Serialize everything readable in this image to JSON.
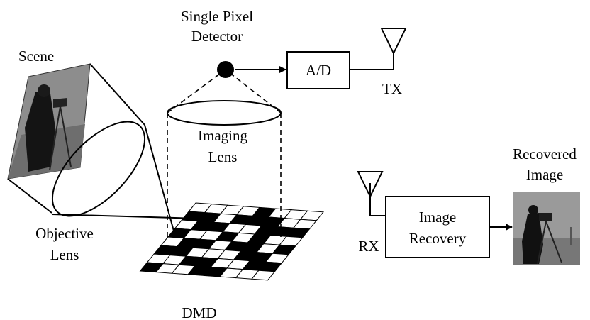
{
  "labels": {
    "scene": "Scene",
    "detector_line1": "Single Pixel",
    "detector_line2": "Detector",
    "ad": "A/D",
    "tx": "TX",
    "imaging_line1": "Imaging",
    "imaging_line2": "Lens",
    "objective_line1": "Objective",
    "objective_line2": "Lens",
    "dmd": "DMD",
    "rx": "RX",
    "recovery_line1": "Image",
    "recovery_line2": "Recovery",
    "recovered_line1": "Recovered",
    "recovered_line2": "Image"
  },
  "dmd_pattern": [
    [
      0,
      0,
      0,
      0,
      1,
      0,
      0,
      0
    ],
    [
      1,
      1,
      0,
      1,
      1,
      1,
      0,
      0
    ],
    [
      0,
      1,
      1,
      0,
      0,
      1,
      1,
      1
    ],
    [
      1,
      0,
      0,
      1,
      0,
      1,
      0,
      0
    ],
    [
      0,
      1,
      1,
      0,
      1,
      1,
      0,
      1
    ],
    [
      1,
      1,
      0,
      0,
      0,
      1,
      1,
      0
    ],
    [
      0,
      0,
      1,
      1,
      0,
      0,
      1,
      1
    ],
    [
      1,
      0,
      0,
      1,
      1,
      0,
      0,
      0
    ]
  ]
}
